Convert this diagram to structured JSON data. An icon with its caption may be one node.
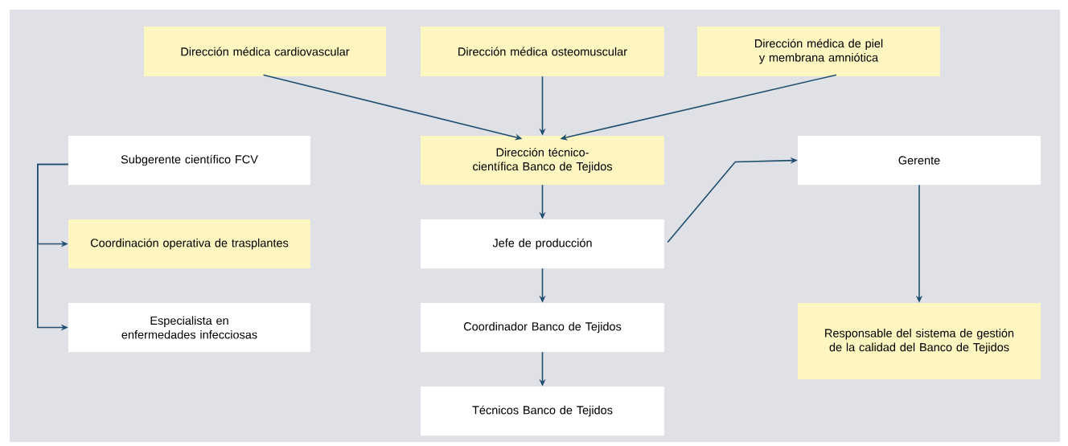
{
  "diagram": {
    "nodes": [
      {
        "text": [
          "Dirección médica cardiovascular"
        ]
      },
      {
        "text": [
          "Dirección médica osteomuscular"
        ]
      },
      {
        "text": [
          "Dirección médica de piel y membrana amniótica"
        ]
      },
      {
        "text": [
          "Subgerente científico FCV"
        ]
      },
      {
        "text": [
          "Dirección técnico-científica Banco de Tejidos"
        ]
      },
      {
        "text": [
          "Gerente"
        ]
      },
      {
        "text": [
          "Coordinación operativa de trasplantes"
        ]
      },
      {
        "text": [
          "Jefe de producción"
        ]
      },
      {
        "text": [
          "Especialista en enfermedades infecciosas"
        ]
      },
      {
        "text": [
          "Coordinador Banco de Tejidos"
        ]
      },
      {
        "text": [
          "Responsable del sistema de gestión de la calidad del Banco de Tejidos"
        ]
      },
      {
        "text": [
          "Técnicos Banco de Tejidos"
        ]
      }
    ],
    "edges": [
      {
        "from": 0,
        "to": 4,
        "arrow": "to"
      },
      {
        "from": 1,
        "to": 4,
        "arrow": "to"
      },
      {
        "from": 2,
        "to": 4,
        "arrow": "to"
      },
      {
        "from": 3,
        "to": 6,
        "arrow": "to"
      },
      {
        "from": 3,
        "to": 8,
        "arrow": "to"
      },
      {
        "from": 4,
        "to": 7,
        "arrow": "to"
      },
      {
        "from": 7,
        "to": 5,
        "arrow": "to"
      },
      {
        "from": 5,
        "to": 10,
        "arrow": "to"
      },
      {
        "from": 7,
        "to": 9,
        "arrow": "to"
      },
      {
        "from": 9,
        "to": 11,
        "arrow": "to"
      }
    ]
  }
}
